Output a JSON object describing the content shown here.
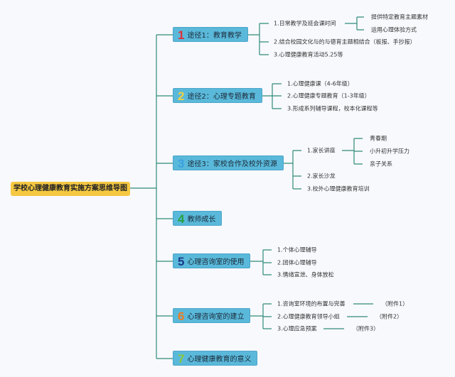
{
  "root": {
    "label": "学校心理健康教育实施方案思维导图"
  },
  "branches": [
    {
      "num": "1",
      "label": "途径1：教育教学",
      "color": "#e0303a",
      "children": [
        {
          "label": "1.日常教学及班会课时间",
          "children": [
            "提供特定教育主题素材",
            "运用心理体验方式"
          ]
        },
        {
          "label": "2.结合校园文化与的与德育主题相结合（板报、手抄报）"
        },
        {
          "label": "3.心理健康教育活动5.25等"
        }
      ]
    },
    {
      "num": "2",
      "label": "途径2：心理专题教育",
      "color": "#f0d040",
      "children": [
        {
          "label": "1.心理健康课（4-6年级）"
        },
        {
          "label": "2.心理健康专题教育（1-3年级）"
        },
        {
          "label": "3.形成系列辅导课程，校本化课程等"
        }
      ]
    },
    {
      "num": "3",
      "label": "途径3：家校合作及校外资源",
      "color": "#3aa0e0",
      "children": [
        {
          "label": "1.家长讲座",
          "children": [
            "青春期",
            "小升初升学压力",
            "亲子关系"
          ]
        },
        {
          "label": "2.家长沙龙"
        },
        {
          "label": "3.校外心理健康教育培训"
        }
      ]
    },
    {
      "num": "4",
      "label": "教师成长",
      "color": "#2aa040"
    },
    {
      "num": "5",
      "label": "心理咨询室的使用",
      "color": "#1a3a8a",
      "children": [
        {
          "label": "1.个体心理辅导"
        },
        {
          "label": "2.团体心理辅导"
        },
        {
          "label": "3.情绪宣泄、身体放松"
        }
      ]
    },
    {
      "num": "6",
      "label": "心理咨询室的建立",
      "color": "#f07a20",
      "children": [
        {
          "label": "1.咨询室环境的布置与完善",
          "note": "（附件1）"
        },
        {
          "label": "2.心理健康教育领导小组",
          "note": "（附件2）"
        },
        {
          "label": "3.心理应急预案",
          "note": "（附件3）"
        }
      ]
    },
    {
      "num": "7",
      "label": "心理健康教育的意义",
      "color": "#8cc63e"
    }
  ]
}
